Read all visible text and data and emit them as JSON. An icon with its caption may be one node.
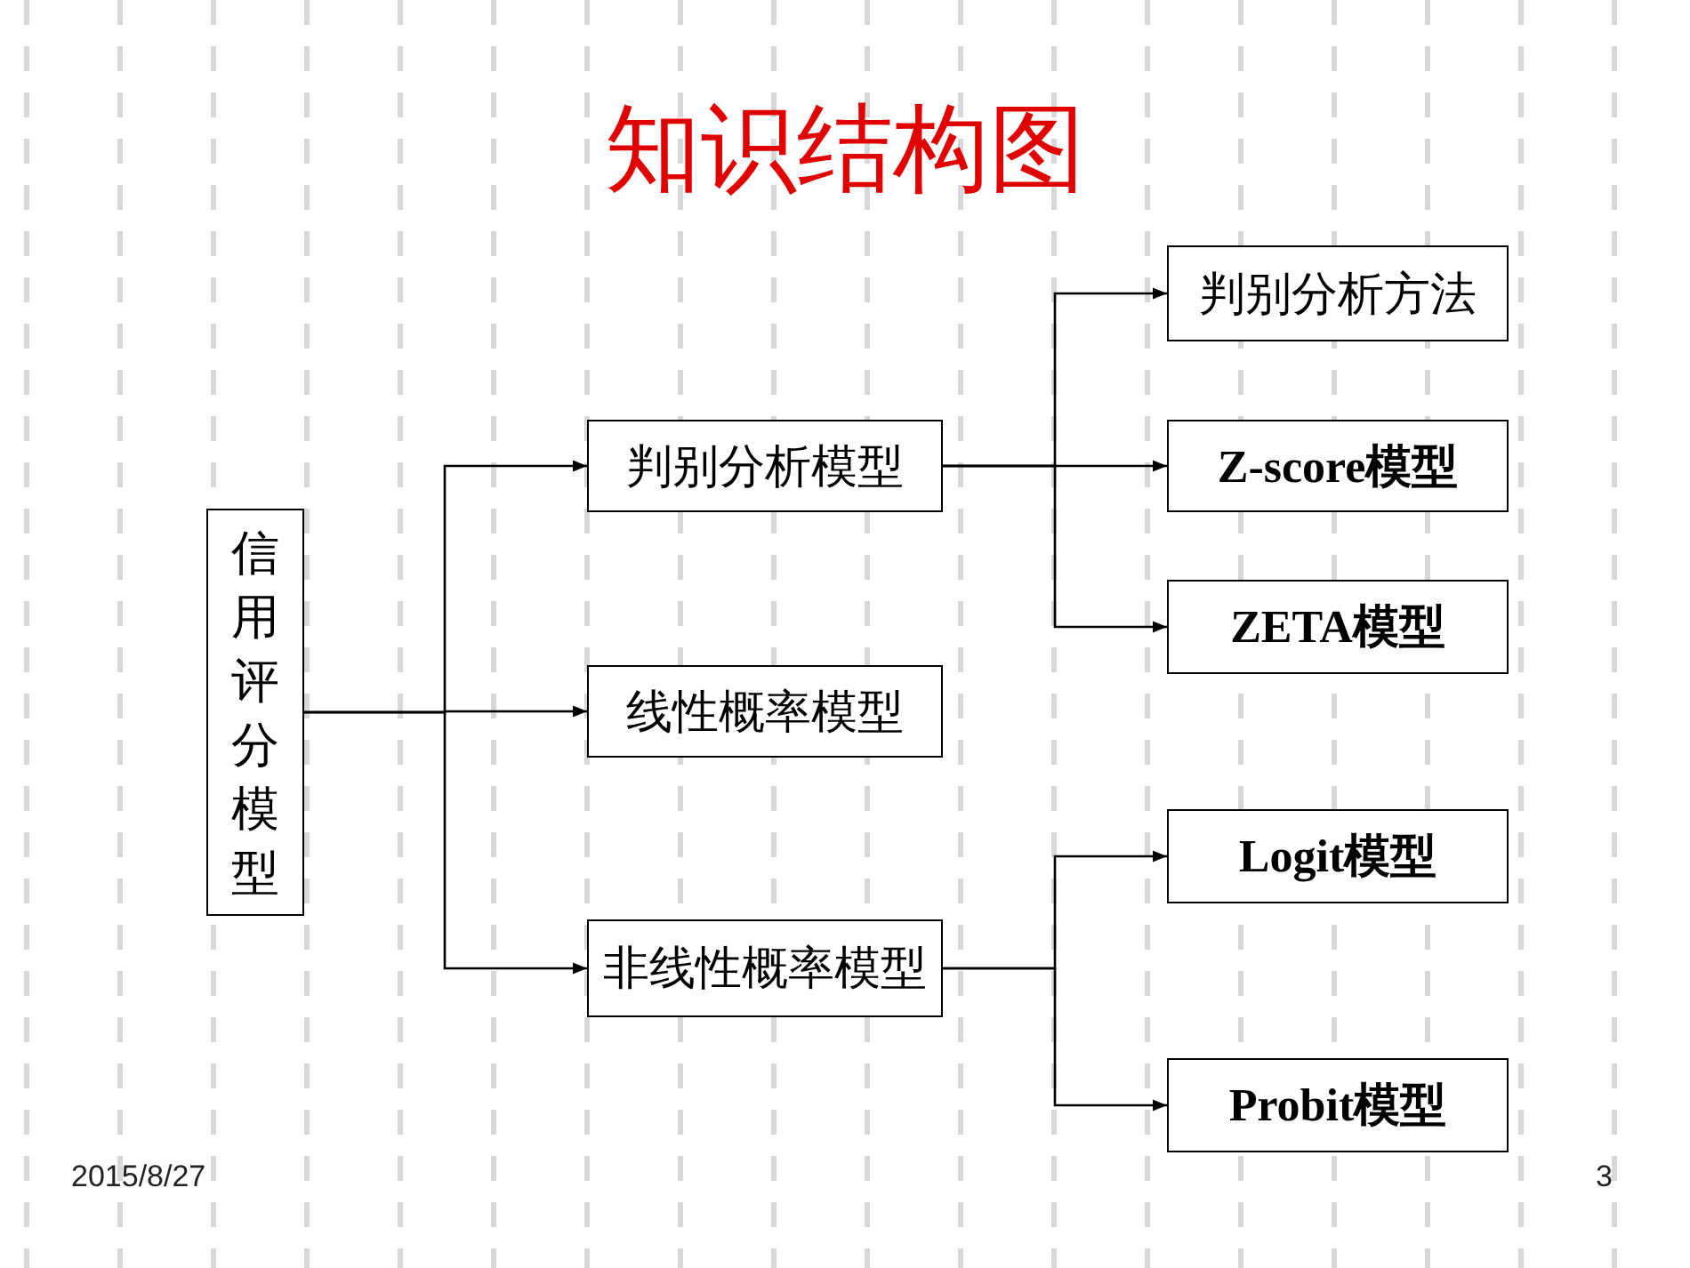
{
  "diagram": {
    "title": "知识结构图",
    "nodes": [
      {
        "text": [
          "信用评分模型"
        ]
      },
      {
        "text": [
          "判别分析模型"
        ]
      },
      {
        "text": [
          "线性概率模型"
        ]
      },
      {
        "text": [
          "非线性概率模型"
        ]
      },
      {
        "text": [
          "判别分析方法"
        ]
      },
      {
        "text": [
          "Z-score模型"
        ]
      },
      {
        "text": [
          "ZETA模型"
        ]
      },
      {
        "text": [
          "Logit模型"
        ]
      },
      {
        "text": [
          "Probit模型"
        ]
      }
    ],
    "edges": [
      {
        "from": 0,
        "to": 1,
        "arrow": "to"
      },
      {
        "from": 0,
        "to": 2,
        "arrow": "to"
      },
      {
        "from": 0,
        "to": 3,
        "arrow": "to"
      },
      {
        "from": 1,
        "to": 4,
        "arrow": "to"
      },
      {
        "from": 1,
        "to": 5,
        "arrow": "to"
      },
      {
        "from": 1,
        "to": 6,
        "arrow": "to"
      },
      {
        "from": 3,
        "to": 7,
        "arrow": "to"
      },
      {
        "from": 3,
        "to": 8,
        "arrow": "to"
      }
    ],
    "labels": [
      "2015/8/27",
      "3"
    ]
  }
}
